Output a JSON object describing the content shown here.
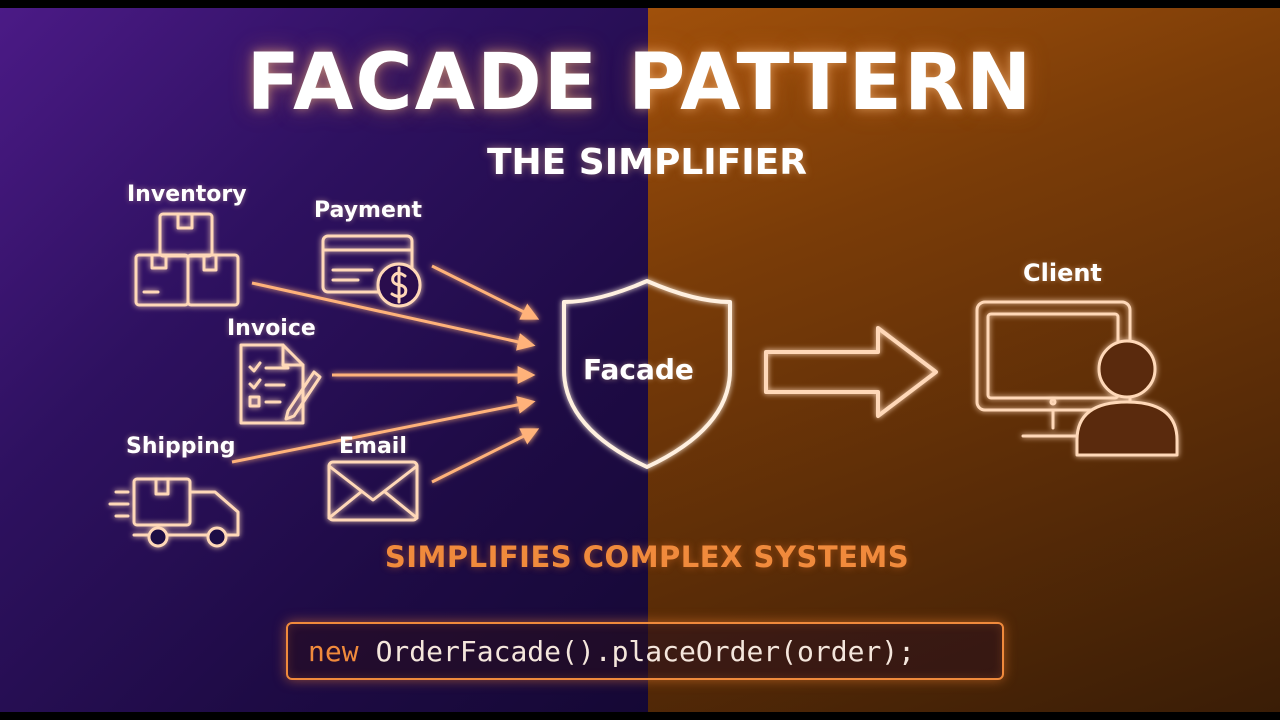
{
  "title": "FACADE PATTERN",
  "subtitle": "THE SIMPLIFIER",
  "subsystems": {
    "inventory": "Inventory",
    "payment": "Payment",
    "invoice": "Invoice",
    "shipping": "Shipping",
    "email": "Email"
  },
  "facade_label": "Facade",
  "client_label": "Client",
  "tagline": "SIMPLIFIES COMPLEX SYSTEMS",
  "code": {
    "keyword": "new",
    "rest": "OrderFacade().placeOrder(order);"
  },
  "colors": {
    "glow": "#ffb27a",
    "accent": "#f08a3c",
    "purple": "#2e1160",
    "orange": "#7a3c08"
  },
  "icons": [
    "boxes-icon",
    "credit-card-icon",
    "invoice-icon",
    "truck-icon",
    "envelope-icon",
    "shield-icon",
    "arrow-right-icon",
    "computer-user-icon"
  ]
}
